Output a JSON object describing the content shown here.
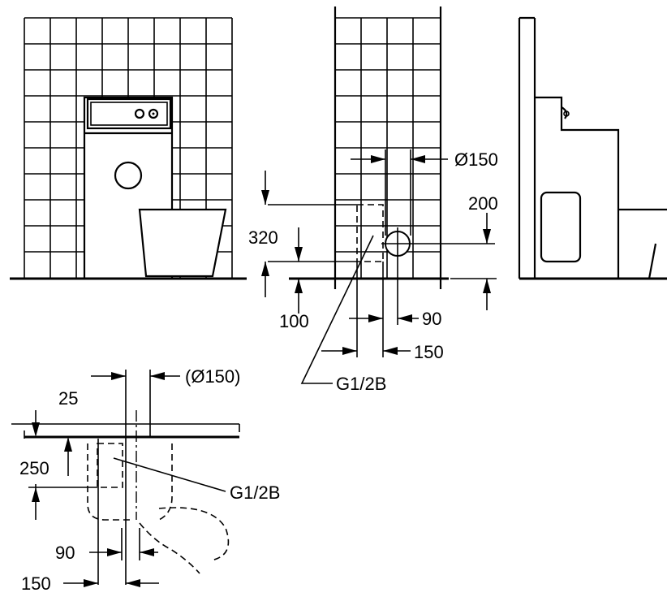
{
  "dimensions": {
    "front_view": {
      "diameter_label": "Ø150",
      "height_200": "200",
      "height_320": "320",
      "height_100": "100",
      "offset_90": "90",
      "offset_150": "150",
      "connection_label": "G1/2B"
    },
    "top_view": {
      "diameter_label": "(Ø150)",
      "thickness_25": "25",
      "depth_250": "250",
      "connection_label": "G1/2B",
      "offset_90": "90",
      "offset_150": "150"
    }
  }
}
